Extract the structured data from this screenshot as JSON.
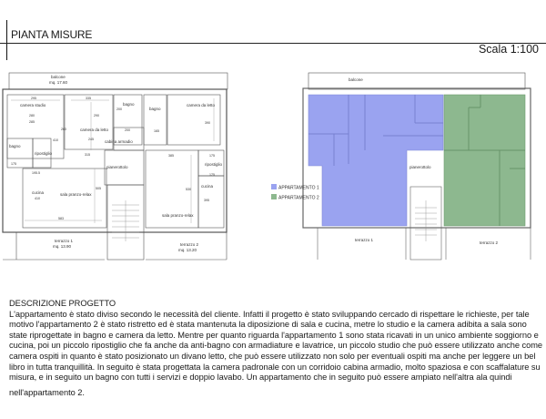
{
  "header": {
    "title": "PIANTA MISURE",
    "scale": "Scala 1:100"
  },
  "plan_left": {
    "labels": {
      "balcone": "balcone",
      "balcone_area": "mq. 17.60",
      "camera_studio": "camera studio",
      "camera_letto_1": "camera da letto",
      "bagno_1": "bagno",
      "bagno_2": "bagno",
      "camera_letto_2": "camera da letto",
      "cabina_armadio": "cabina armadio",
      "bagno_3": "bagno",
      "ripostiglio_1": "ripostiglio",
      "pianerottolo": "pianerottolo",
      "cucina_1": "cucina",
      "sala_1": "sala pranzo-relax",
      "sala_2": "sala pranzo-relax",
      "ripostiglio_2": "ripostiglio",
      "cucina_2": "cucina",
      "terrazzo_1": "terrazzo 1",
      "terrazzo_1_area": "mq. 13.90",
      "terrazzo_2": "terrazzo 2",
      "terrazzo_2_area": "mq. 13.20"
    },
    "dims": [
      "295",
      "335",
      "280",
      "285",
      "290",
      "260",
      "200",
      "200",
      "245",
      "165",
      "385",
      "315",
      "410",
      "175",
      "195.5",
      "505",
      "583",
      "530",
      "175",
      "175",
      "395",
      "390",
      "410"
    ]
  },
  "plan_right": {
    "labels": {
      "balcone": "balcone",
      "pianerottolo": "pianerottolo",
      "terrazzo_1": "terrazzo 1",
      "terrazzo_2": "terrazzo 2"
    },
    "legend": [
      {
        "label": "APPARTAMENTO 1",
        "color": "#9aa3f0"
      },
      {
        "label": "APPARTAMENTO 2",
        "color": "#8db88f"
      }
    ]
  },
  "description": {
    "heading": "DESCRIZIONE PROGETTO",
    "lines": [
      "L'appartamento è stato diviso secondo le necessità del cliente. Infatti il progetto è stato sviluppando cercado di rispettare le richieste, per tale",
      "motivo l'appartamento 2 è stato ristretto ed è stata mantenuta la diposizione di sala e cucina, metre lo studio e la camera adibita a sala sono",
      "state riprogettate in bagno e camera da letto. Mentre per quanto riguarda l'appartamento 1 sono stata ricavati in un unico ambiente soggiorno e",
      "cucina, poi un piccolo ripostiglio che fa anche da anti-bagno con armadiature e lavatrice, un piccolo studio che può essere utilizzato anche come",
      "camera ospiti in quanto è stato posizionato un divano letto, che può essere utilizzato non solo per eventuali ospiti ma anche per leggere un bel",
      "libro in tutta tranquillità. In seguito è stata progettata la camera padronale con un corridoio cabina armadio, molto spaziosa e con scaffalature su",
      "misura, e in seguito un bagno con tutti i servizi e doppio lavabo. Un appartamento che in seguito può essere ampiato nell'altra ala quindi"
    ],
    "last_line": "nell'appartamento 2."
  }
}
